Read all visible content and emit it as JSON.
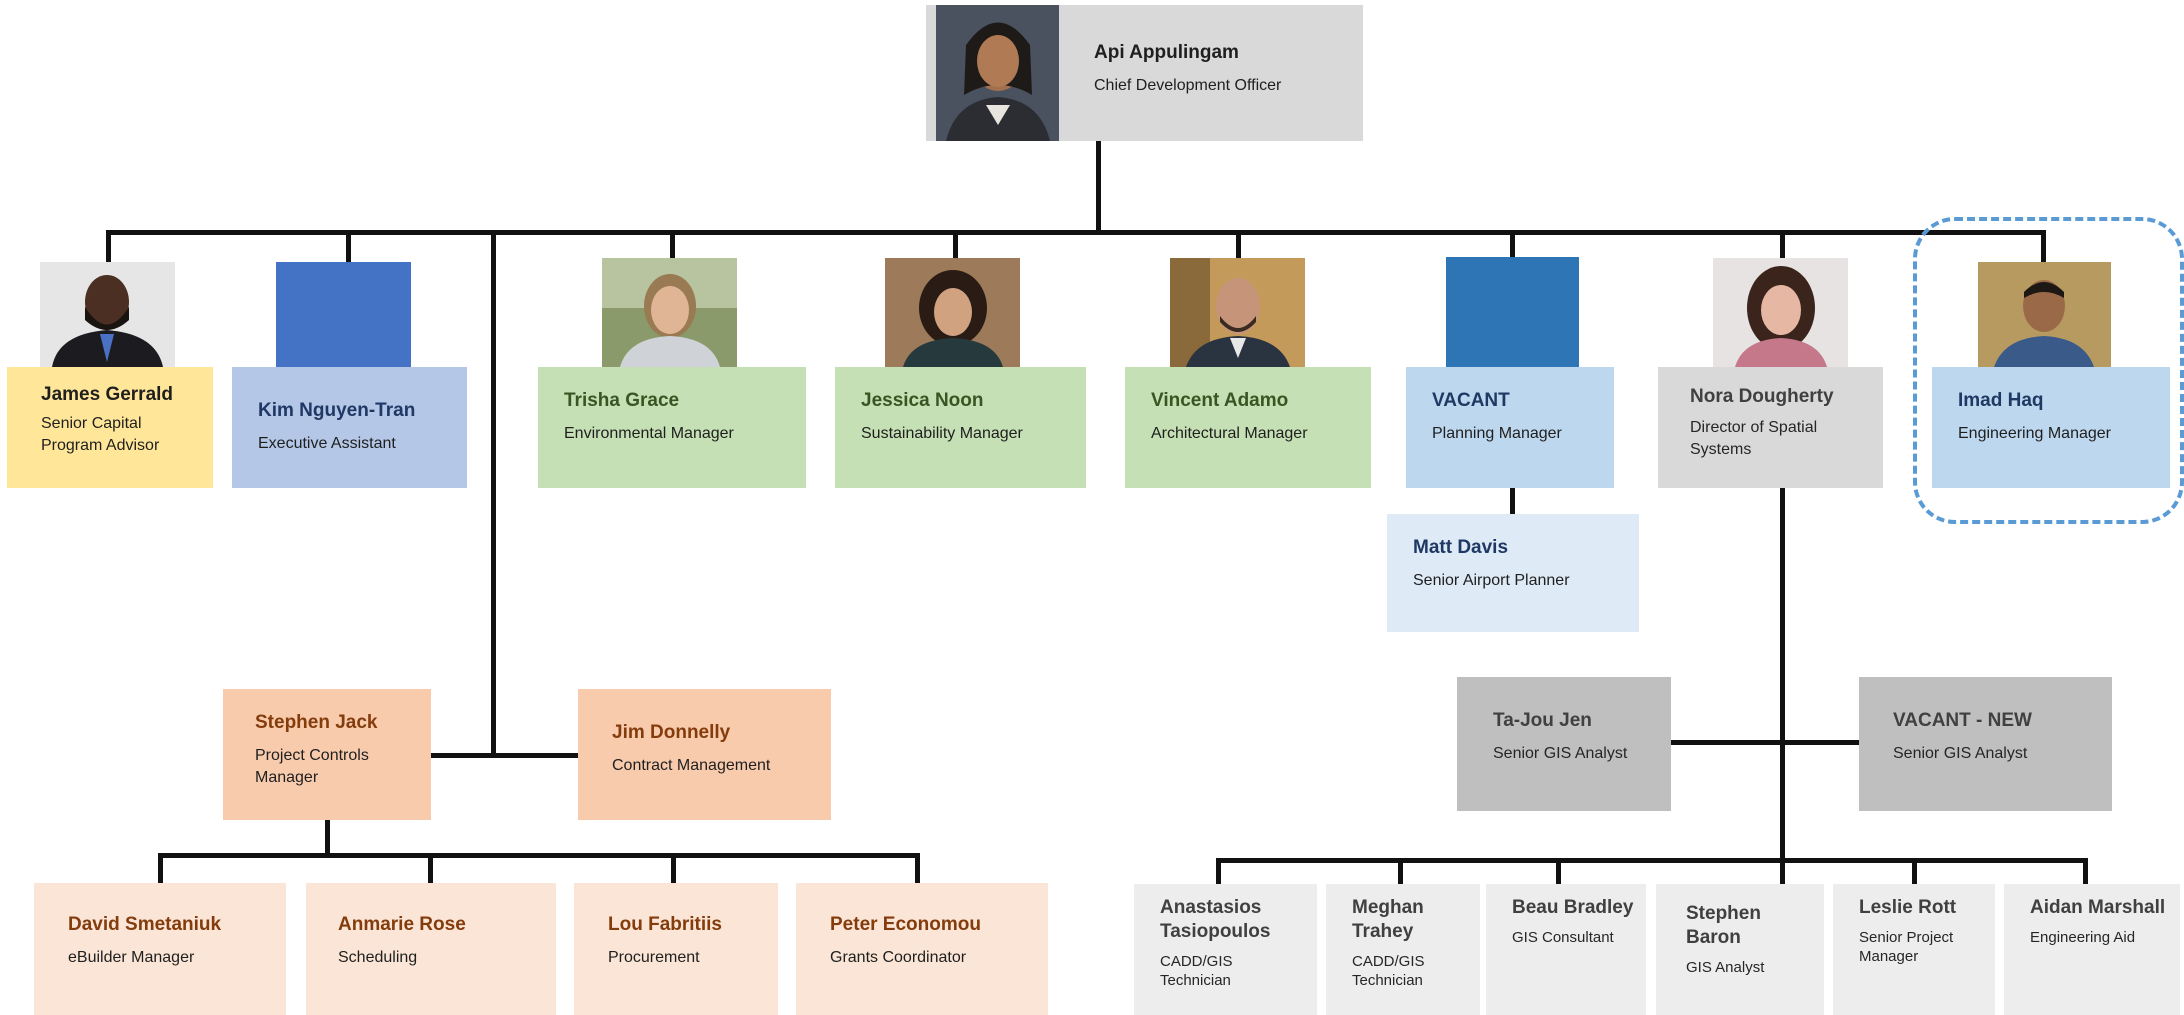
{
  "chart_data": {
    "type": "org-chart",
    "nodes": [
      {
        "id": "api",
        "name": "Api Appulingam",
        "title": "Chief Development Officer",
        "parent": null
      },
      {
        "id": "james",
        "name": "James Gerrald",
        "title": "Senior Capital Program Advisor",
        "parent": "api"
      },
      {
        "id": "kim",
        "name": "Kim Nguyen-Tran",
        "title": "Executive Assistant",
        "parent": "api"
      },
      {
        "id": "trisha",
        "name": "Trisha Grace",
        "title": "Environmental Manager",
        "parent": "api"
      },
      {
        "id": "jessica",
        "name": "Jessica Noon",
        "title": "Sustainability Manager",
        "parent": "api"
      },
      {
        "id": "vincent",
        "name": "Vincent Adamo",
        "title": "Architectural Manager",
        "parent": "api"
      },
      {
        "id": "vacant_plan",
        "name": "VACANT",
        "title": "Planning Manager",
        "parent": "api"
      },
      {
        "id": "nora",
        "name": "Nora Dougherty",
        "title": "Director of Spatial Systems",
        "parent": "api"
      },
      {
        "id": "imad",
        "name": "Imad Haq",
        "title": "Engineering Manager",
        "parent": "api"
      },
      {
        "id": "matt",
        "name": "Matt Davis",
        "title": "Senior Airport Planner",
        "parent": "vacant_plan"
      },
      {
        "id": "stephen_jack",
        "name": "Stephen Jack",
        "title": "Project Controls Manager",
        "parent": "api"
      },
      {
        "id": "jim",
        "name": "Jim Donnelly",
        "title": "Contract Management",
        "parent": "api"
      },
      {
        "id": "david",
        "name": "David Smetaniuk",
        "title": "eBuilder Manager",
        "parent": "stephen_jack"
      },
      {
        "id": "anmarie",
        "name": "Anmarie Rose",
        "title": "Scheduling",
        "parent": "stephen_jack"
      },
      {
        "id": "lou",
        "name": "Lou Fabritiis",
        "title": "Procurement",
        "parent": "stephen_jack"
      },
      {
        "id": "peter",
        "name": "Peter Economou",
        "title": "Grants Coordinator",
        "parent": "stephen_jack"
      },
      {
        "id": "tajou",
        "name": "Ta-Jou Jen",
        "title": "Senior GIS Analyst",
        "parent": "nora"
      },
      {
        "id": "vacant_new",
        "name": "VACANT - NEW",
        "title": "Senior GIS Analyst",
        "parent": "nora"
      },
      {
        "id": "anastasios",
        "name": "Anastasios Tasiopoulos",
        "title": "CADD/GIS Technician",
        "parent": "nora"
      },
      {
        "id": "meghan",
        "name": "Meghan Trahey",
        "title": "CADD/GIS Technician",
        "parent": "nora"
      },
      {
        "id": "beau",
        "name": "Beau Bradley",
        "title": "GIS Consultant",
        "parent": "nora"
      },
      {
        "id": "stephen_baron",
        "name": "Stephen Baron",
        "title": "GIS Analyst",
        "parent": "nora"
      },
      {
        "id": "leslie",
        "name": "Leslie Rott",
        "title": "Senior Project Manager",
        "parent": "nora"
      },
      {
        "id": "aidan",
        "name": "Aidan Marshall",
        "title": "Engineering Aid",
        "parent": "nora"
      }
    ]
  },
  "colors": {
    "line": "#111111",
    "yellow": "#ffe699",
    "blue": "#b4c7e7",
    "placeholder_blue": "#4472c4",
    "vacant_blue": "#2e75b6",
    "green": "#c5e0b4",
    "light_blue": "#bdd7ee",
    "grey": "#d9d9d9",
    "orange": "#f8cbad",
    "peach": "#fbe5d6",
    "highlight_dash": "#5b9bd5"
  },
  "icons": {
    "photo": "person-photo-icon",
    "placeholder": "placeholder-photo-icon"
  }
}
